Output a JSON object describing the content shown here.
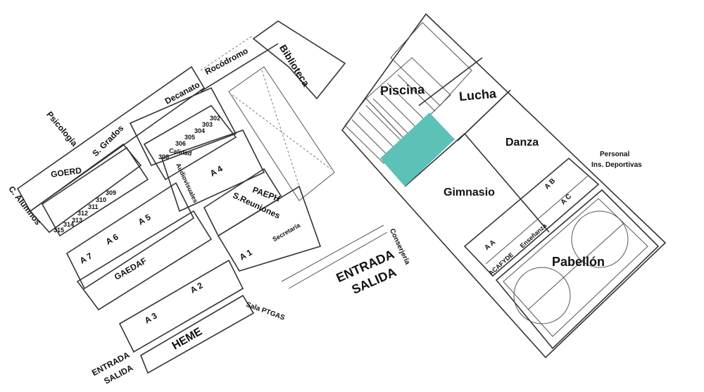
{
  "colors": {
    "highlight": "#5cc1b7",
    "walls": "#333333"
  },
  "rooms": {
    "piscina": "Piscina",
    "lucha": "Lucha",
    "danza": "Danza",
    "gimnasio": "Gimnasio",
    "pabellon": "Pabellón",
    "personal": "Personal",
    "ins_deportivas": "Ins. Deportivas",
    "ab": "A B",
    "ac": "A C",
    "aa": "A A",
    "ensenanza": "Enseñanza",
    "acafyde": "ACAFYDE",
    "biblioteca": "Biblioteca",
    "rocodromo": "Rocódromo",
    "decanato": "Decanato",
    "psicologia": "Psicología",
    "s_grados": "S. Grados",
    "goerd": "GOERD",
    "c_alumnos": "C. Alumnos",
    "calidad": "Calidad",
    "audiovisuales": "Audiovisuales",
    "a4": "A 4",
    "paeph": "PAEPH",
    "s_reuniones": "S.Reuniones",
    "secretaria": "Secretaría",
    "a1": "A 1",
    "a5": "A 5",
    "a6": "A 6",
    "a7": "A 7",
    "gaedaf": "GAEDAF",
    "a2": "A 2",
    "a3": "A 3",
    "heme": "HEME",
    "sala_ptgas": "Sala PTGAS",
    "conserjeria": "Conserjería"
  },
  "room_numbers": [
    "302",
    "303",
    "304",
    "305",
    "306",
    "308",
    "309",
    "310",
    "311",
    "312",
    "313",
    "314",
    "315"
  ],
  "entrances": {
    "main_entrada": "ENTRADA",
    "main_salida": "SALIDA",
    "side_entrada": "ENTRADA",
    "side_salida": "SALIDA"
  }
}
